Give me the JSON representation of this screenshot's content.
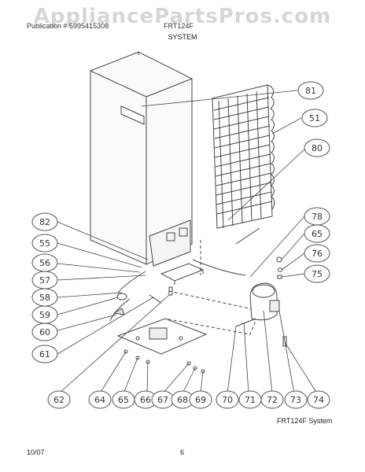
{
  "watermark": "AppliancePartsPros.com",
  "header": {
    "left": "Publication # 5995415308",
    "model": "FRT124F",
    "section": "SYSTEM"
  },
  "caption": "FRT124F System",
  "footer": {
    "date": "10/07",
    "page": "6"
  },
  "callouts": [
    "81",
    "51",
    "80",
    "78",
    "65",
    "76",
    "75",
    "82",
    "55",
    "56",
    "57",
    "58",
    "59",
    "60",
    "61",
    "62",
    "64",
    "65",
    "66",
    "67",
    "68",
    "69",
    "70",
    "71",
    "72",
    "73",
    "74"
  ]
}
